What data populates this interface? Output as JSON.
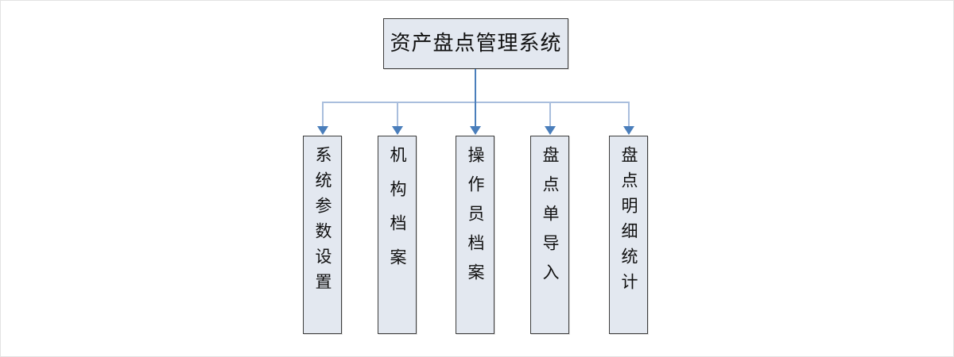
{
  "diagram": {
    "title": "资产盘点管理系统",
    "root": {
      "label": "资产盘点管理系统"
    },
    "children": [
      {
        "label": "系统参数设置",
        "chars": 6
      },
      {
        "label": "机构档案",
        "chars": 4
      },
      {
        "label": "操作员档案",
        "chars": 5
      },
      {
        "label": "盘点单导入",
        "chars": 5
      },
      {
        "label": "盘点明细统计",
        "chars": 6
      }
    ],
    "colors": {
      "node_fill": "#e3e8f0",
      "node_border": "#3d3d3d",
      "connector": "#a9bedd",
      "connector_strong": "#4a7ebb",
      "canvas": "#ffffff",
      "canvas_border": "#e3e3e3",
      "text": "#111111"
    }
  }
}
